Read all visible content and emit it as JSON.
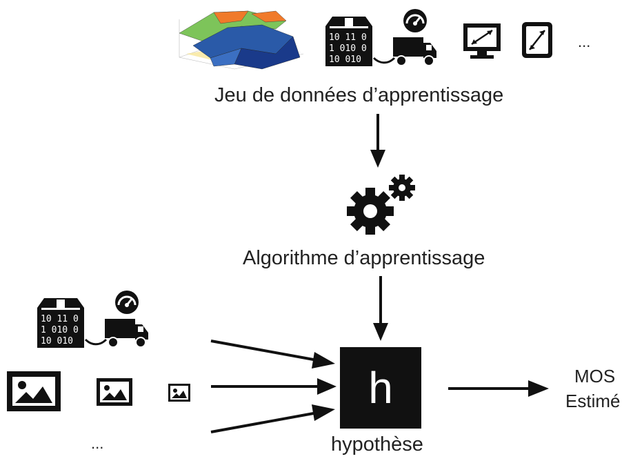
{
  "labels": {
    "training_dataset": "Jeu de données d’apprentissage",
    "learning_algorithm": "Algorithme d’apprentissage",
    "hypothesis_box": "h",
    "hypothesis": "hypothèse",
    "output_line1": "MOS",
    "output_line2": "Estimé",
    "ellipsis_top": "...",
    "ellipsis_bottom": "..."
  },
  "binary_rows": [
    "10 11 0",
    "1 010 0",
    "10 010"
  ],
  "icons": {
    "surface_plot": "3d-surface-chart-thumbnail",
    "data_box": "binary-data-package-icon",
    "truck": "delivery-truck-with-speedometer-icon",
    "monitor": "monitor-resolution-icon",
    "tablet": "tablet-resolution-icon",
    "gears": "gears-icon",
    "image": "image-icon"
  },
  "colors": {
    "icon": "#111111",
    "surface_green": "#7dc45a",
    "surface_orange": "#f07a2a",
    "surface_blue": "#2a5aa8",
    "surface_dark_blue": "#1a3a8a"
  }
}
